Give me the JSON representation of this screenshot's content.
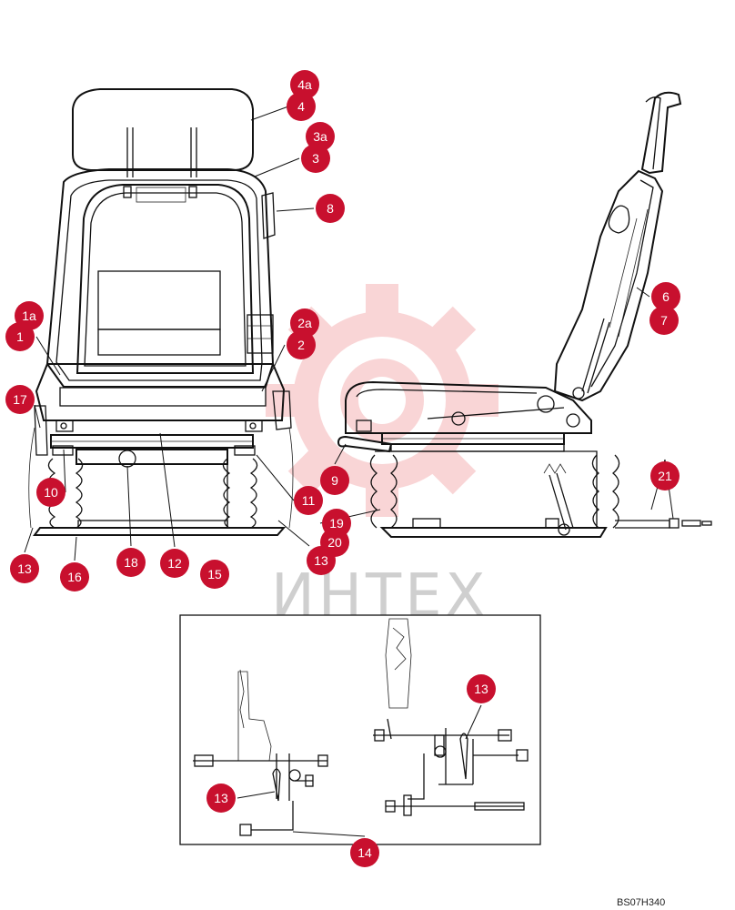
{
  "watermark": {
    "logo_text": "ИНТЕХ",
    "color": "#e8464b"
  },
  "drawing_code": "BS07H340",
  "callout_color": "#c8102e",
  "callouts": [
    {
      "label": "4a"
    },
    {
      "label": "4"
    },
    {
      "label": "3a"
    },
    {
      "label": "3"
    },
    {
      "label": "8"
    },
    {
      "label": "1a"
    },
    {
      "label": "1"
    },
    {
      "label": "2a"
    },
    {
      "label": "2"
    },
    {
      "label": "17"
    },
    {
      "label": "10"
    },
    {
      "label": "11"
    },
    {
      "label": "9"
    },
    {
      "label": "19"
    },
    {
      "label": "20"
    },
    {
      "label": "13"
    },
    {
      "label": "16"
    },
    {
      "label": "18"
    },
    {
      "label": "12"
    },
    {
      "label": "15"
    },
    {
      "label": "13"
    },
    {
      "label": "6"
    },
    {
      "label": "7"
    },
    {
      "label": "21"
    },
    {
      "label": "13"
    },
    {
      "label": "13"
    },
    {
      "label": "14"
    }
  ]
}
